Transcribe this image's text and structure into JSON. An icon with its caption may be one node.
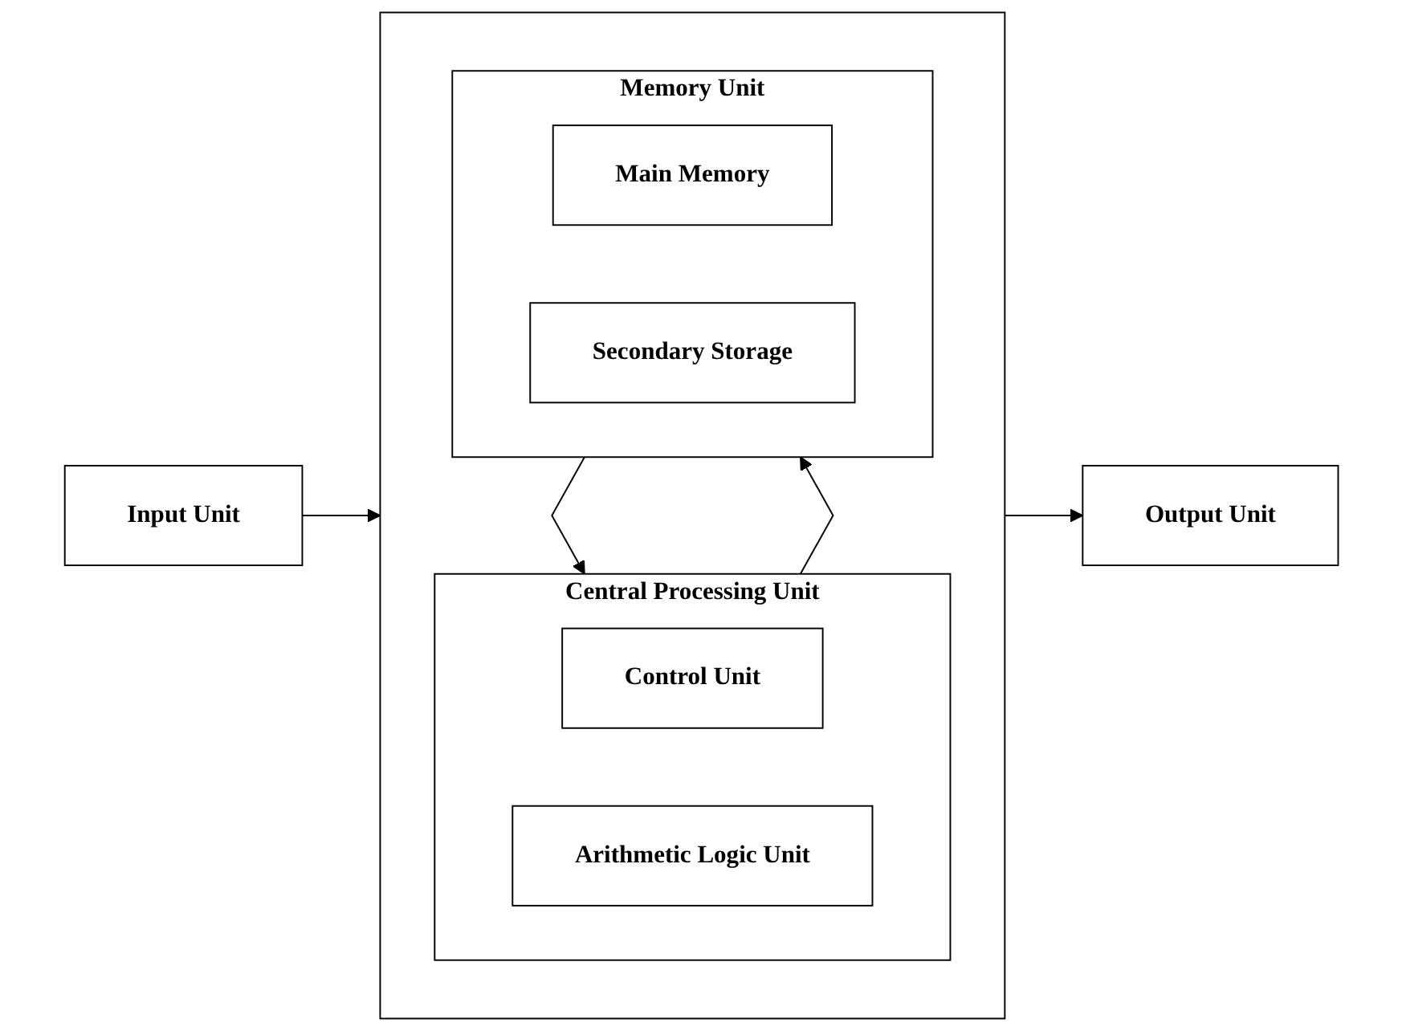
{
  "diagram": {
    "nodes": [
      {
        "text": [
          "Input Unit"
        ]
      },
      {
        "text": [],
        "shape": "box"
      },
      {
        "text": [
          "Central Processing Unit"
        ],
        "in": 1
      },
      {
        "text": [
          "Control Unit"
        ],
        "in": 2
      },
      {
        "text": [
          "Arithmetic Logic Unit"
        ],
        "in": 2
      },
      {
        "text": [
          "Memory Unit"
        ],
        "in": 1
      },
      {
        "text": [
          "Main Memory"
        ],
        "in": 5
      },
      {
        "text": [
          "Secondary Storage"
        ],
        "in": 5
      },
      {
        "text": [
          "Output Unit"
        ]
      }
    ],
    "edges": [
      {
        "from": 0,
        "to": 1,
        "arrow": "to"
      },
      {
        "from": 2,
        "to": 5,
        "arrow": "to"
      },
      {
        "from": 5,
        "to": 2,
        "arrow": "to"
      },
      {
        "from": 1,
        "to": 8,
        "arrow": "to"
      }
    ]
  }
}
